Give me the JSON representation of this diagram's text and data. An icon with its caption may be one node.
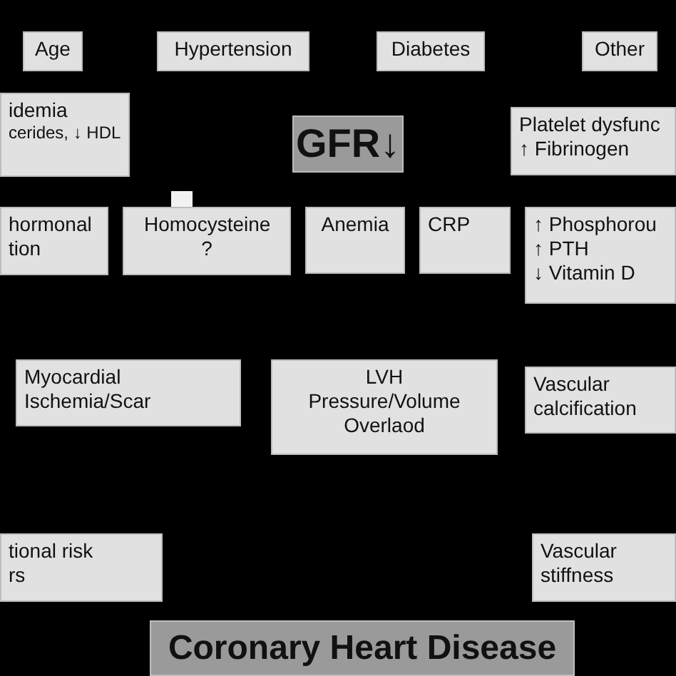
{
  "diagram": {
    "nodes": [
      {
        "text": [
          "Age"
        ]
      },
      {
        "text": [
          "Hypertension"
        ]
      },
      {
        "text": [
          "Diabetes"
        ]
      },
      {
        "text": [
          "Other"
        ]
      },
      {
        "text": [
          "idemia",
          "cerides, ↓ HDL"
        ]
      },
      {
        "text": [
          "GFR↓"
        ]
      },
      {
        "text": [
          "Platelet dysfunc",
          "↑ Fibrinogen"
        ]
      },
      {
        "text": [
          "hormonal",
          "tion"
        ]
      },
      {
        "text": [
          "Homocysteine ?"
        ]
      },
      {
        "text": [
          "Anemia"
        ]
      },
      {
        "text": [
          "CRP"
        ]
      },
      {
        "text": [
          "↑ Phosphorou",
          "↑ PTH",
          "↓ Vitamin D"
        ]
      },
      {
        "text": [
          "Myocardial Ischemia/Scar"
        ]
      },
      {
        "text": [
          "LVH Pressure/Volume Overlaod"
        ]
      },
      {
        "text": [
          "Vascular calcification"
        ]
      },
      {
        "text": [
          "tional risk",
          "rs"
        ]
      },
      {
        "text": [
          "Vascular stiffness"
        ]
      },
      {
        "text": [
          "Coronary Heart Disease"
        ]
      }
    ]
  }
}
